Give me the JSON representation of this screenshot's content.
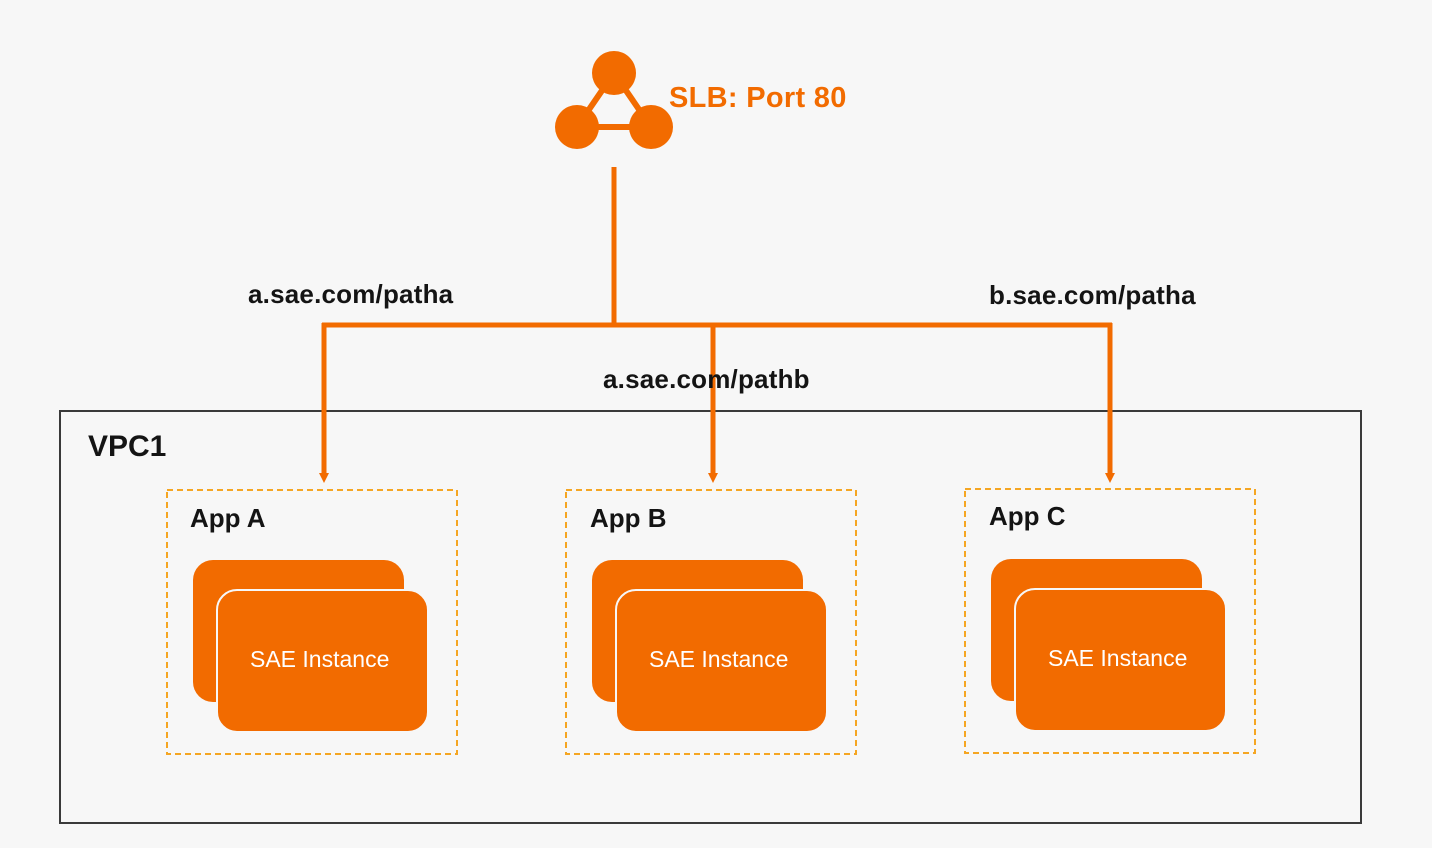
{
  "slb": {
    "label": "SLB: Port 80",
    "icon": "load-balancer-icon"
  },
  "routes": [
    {
      "label": "a.sae.com/patha",
      "target": "App A"
    },
    {
      "label": "a.sae.com/pathb",
      "target": "App B"
    },
    {
      "label": "b.sae.com/patha",
      "target": "App C"
    }
  ],
  "vpc": {
    "label": "VPC1"
  },
  "apps": [
    {
      "label": "App A",
      "instance_label": "SAE Instance"
    },
    {
      "label": "App B",
      "instance_label": "SAE Instance"
    },
    {
      "label": "App C",
      "instance_label": "SAE Instance"
    }
  ],
  "colors": {
    "accent": "#f26b00",
    "app_border": "#f5a623",
    "vpc_border": "#3a3a3a",
    "text": "#141414",
    "background": "#f7f7f7"
  }
}
